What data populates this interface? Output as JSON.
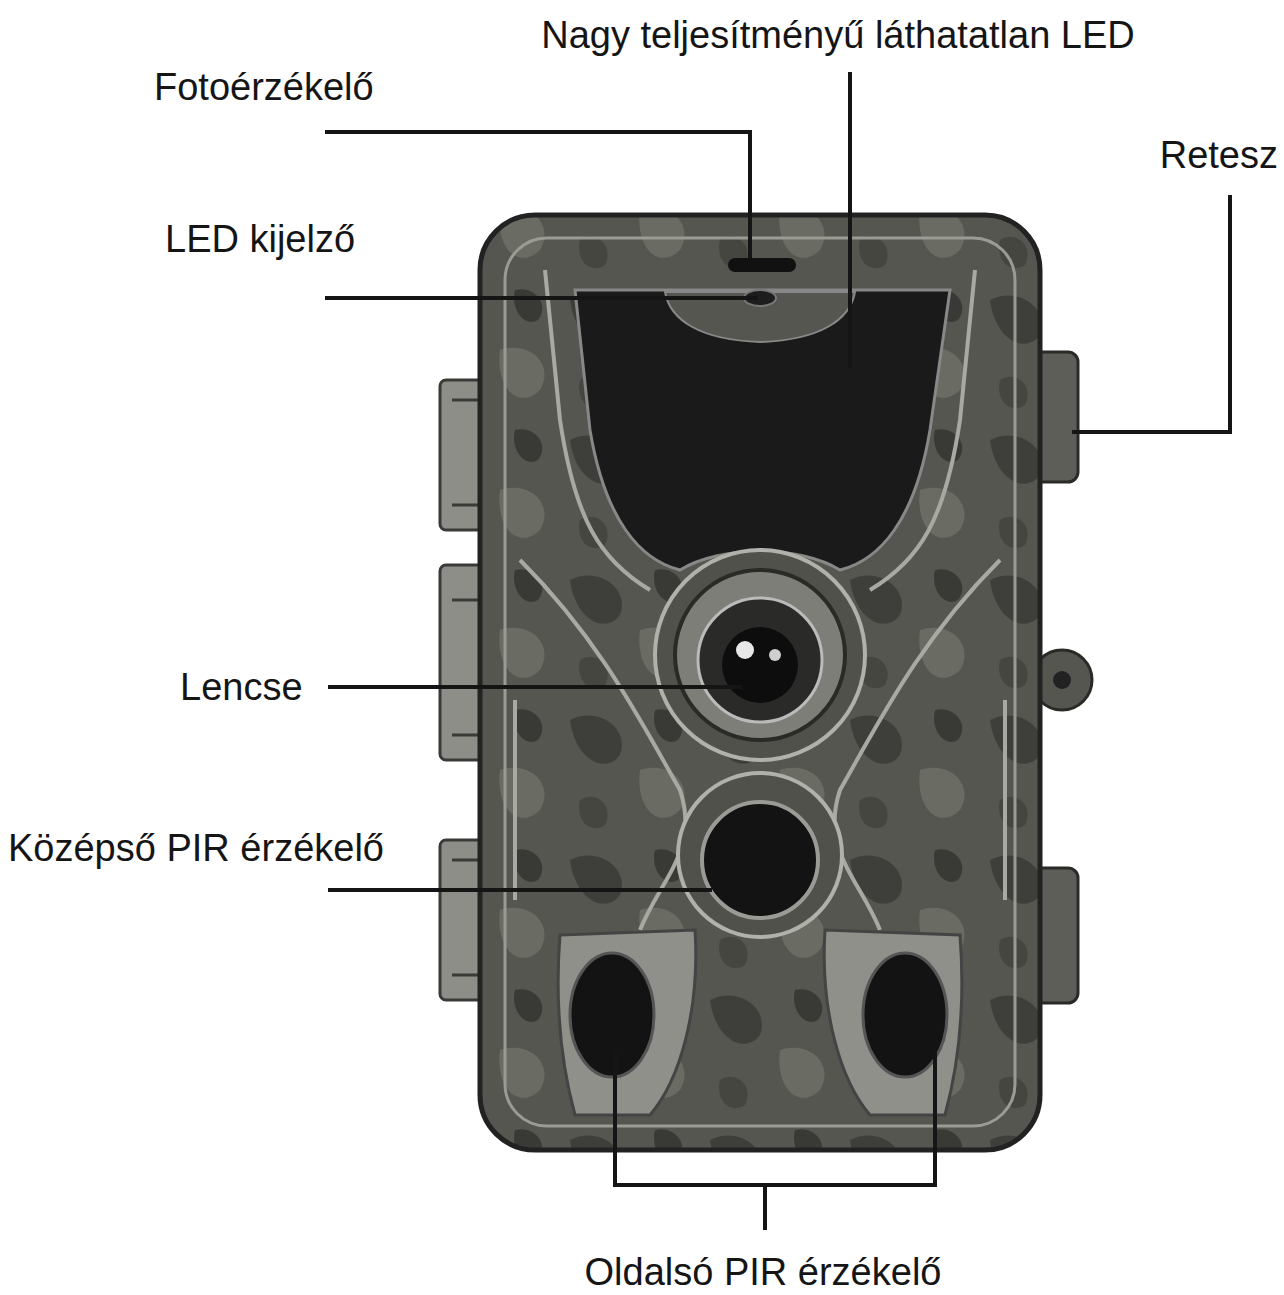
{
  "diagram": {
    "labels": [
      "Nagy teljesítményű láthatatlan LED",
      "Fotoérzékelő",
      "Retesz",
      "LED kijelző",
      "Lencse",
      "Középső PIR érzékelő",
      "Oldalsó PIR érzékelő"
    ]
  }
}
